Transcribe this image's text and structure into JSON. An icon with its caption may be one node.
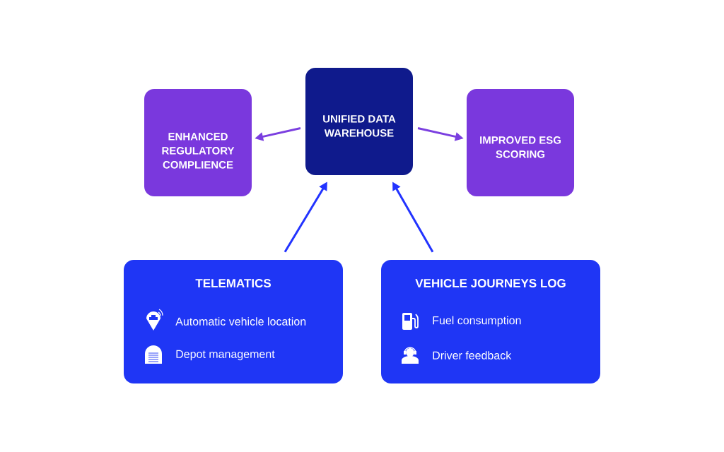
{
  "diagram": {
    "nodes": [
      {
        "text": [
          "UNIFIED DATA WAREHOUSE"
        ]
      },
      {
        "text": [
          "ENHANCED REGULATORY COMPLIENCE"
        ]
      },
      {
        "text": [
          "IMPROVED ESG SCORING"
        ]
      },
      {
        "text": [
          "TELEMATICS",
          "Automatic vehicle location",
          "Depot management"
        ]
      },
      {
        "text": [
          "VEHICLE JOURNEYS LOG",
          "Fuel consumption",
          "Driver feedback"
        ]
      }
    ],
    "edges": [
      {
        "from": 0,
        "to": 1,
        "arrow": "to",
        "color": "#7b3fe0"
      },
      {
        "from": 0,
        "to": 2,
        "arrow": "to",
        "color": "#7b3fe0"
      },
      {
        "from": 3,
        "to": 0,
        "arrow": "to",
        "color": "#2233ff"
      },
      {
        "from": 4,
        "to": 0,
        "arrow": "to",
        "color": "#2233ff"
      }
    ]
  }
}
